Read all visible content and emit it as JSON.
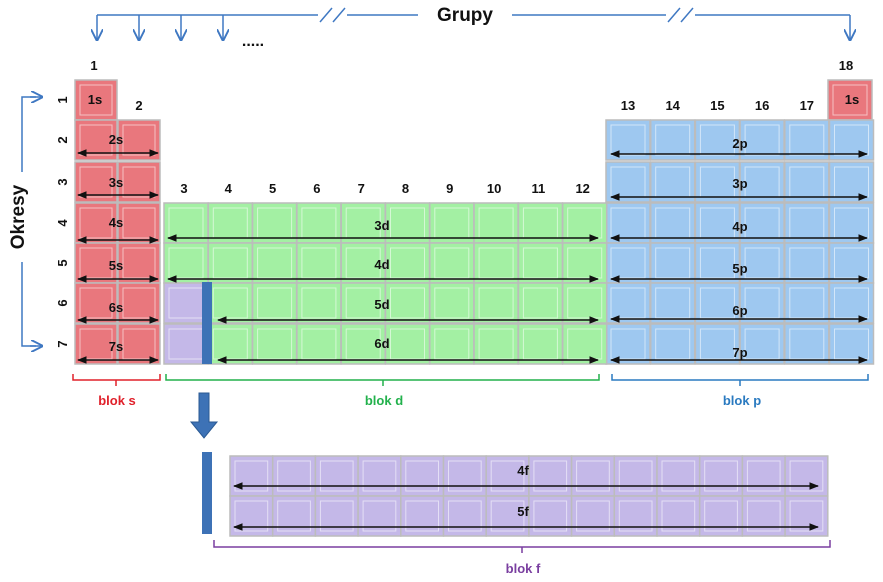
{
  "title": "Grupy",
  "period_axis_label": "Okresy",
  "ellipsis": ".....",
  "group_numbers": [
    "1",
    "2",
    "3",
    "4",
    "5",
    "6",
    "7",
    "8",
    "9",
    "10",
    "11",
    "12",
    "13",
    "14",
    "15",
    "16",
    "17",
    "18"
  ],
  "period_numbers": [
    "1",
    "2",
    "3",
    "4",
    "5",
    "6",
    "7"
  ],
  "orbital_labels": {
    "s_period1_left": "1s",
    "s_period1_right": "1s",
    "s_block": [
      "2s",
      "3s",
      "4s",
      "5s",
      "6s",
      "7s"
    ],
    "p_block": [
      "2p",
      "3p",
      "4p",
      "5p",
      "6p",
      "7p"
    ],
    "d_block": [
      "3d",
      "4d",
      "5d",
      "6d"
    ],
    "f_block": [
      "4f",
      "5f"
    ]
  },
  "block_labels": {
    "s": "blok s",
    "d": "blok d",
    "p": "blok p",
    "f": "blok f"
  },
  "colors": {
    "s_block": "#e9777d",
    "d_block": "#a3f0a3",
    "p_block": "#9ec8f0",
    "f_block": "#c4b8e8",
    "cell_border": "#bcbcbc",
    "axis_blue": "#3f78c2",
    "bar_blue": "#3d72b6",
    "s_label": "#e0202a",
    "d_label": "#22b14c",
    "p_label": "#2a7ac0",
    "f_label": "#7a3fa0"
  }
}
